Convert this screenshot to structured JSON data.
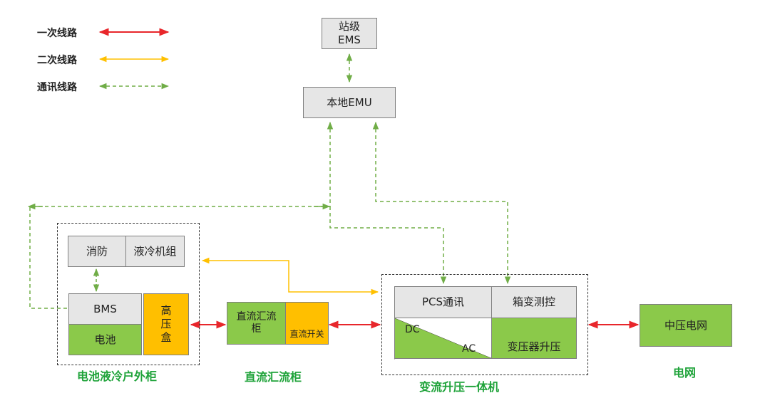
{
  "legend": {
    "primary": "一次线路",
    "secondary": "二次线路",
    "comm": "通讯线路"
  },
  "colors": {
    "primary_line": "#e8262b",
    "secondary_line": "#ffc000",
    "comm_line": "#70ad47",
    "green_fill": "#8bc94a",
    "orange_fill": "#ffbf00",
    "gray_fill": "#e6e6e6",
    "caption_green": "#1fa33a"
  },
  "nodes": {
    "station_ems": "站级\nEMS",
    "local_emu": "本地EMU",
    "fire": "消防",
    "liquid_cooling": "液冷机组",
    "bms": "BMS",
    "battery": "电池",
    "hv_box": "高\n压\n盒",
    "dc_combiner": "直流汇流\n柜",
    "dc_switch": "直流开关",
    "pcs_comm": "PCS通讯",
    "box_monitor": "箱变测控",
    "dc": "DC",
    "ac": "AC",
    "transformer": "变压器升压",
    "mv_grid": "中压电网"
  },
  "captions": {
    "battery_cabinet": "电池液冷户外柜",
    "dc_cabinet": "直流汇流柜",
    "pcs_unit": "变流升压一体机",
    "grid": "电网"
  }
}
